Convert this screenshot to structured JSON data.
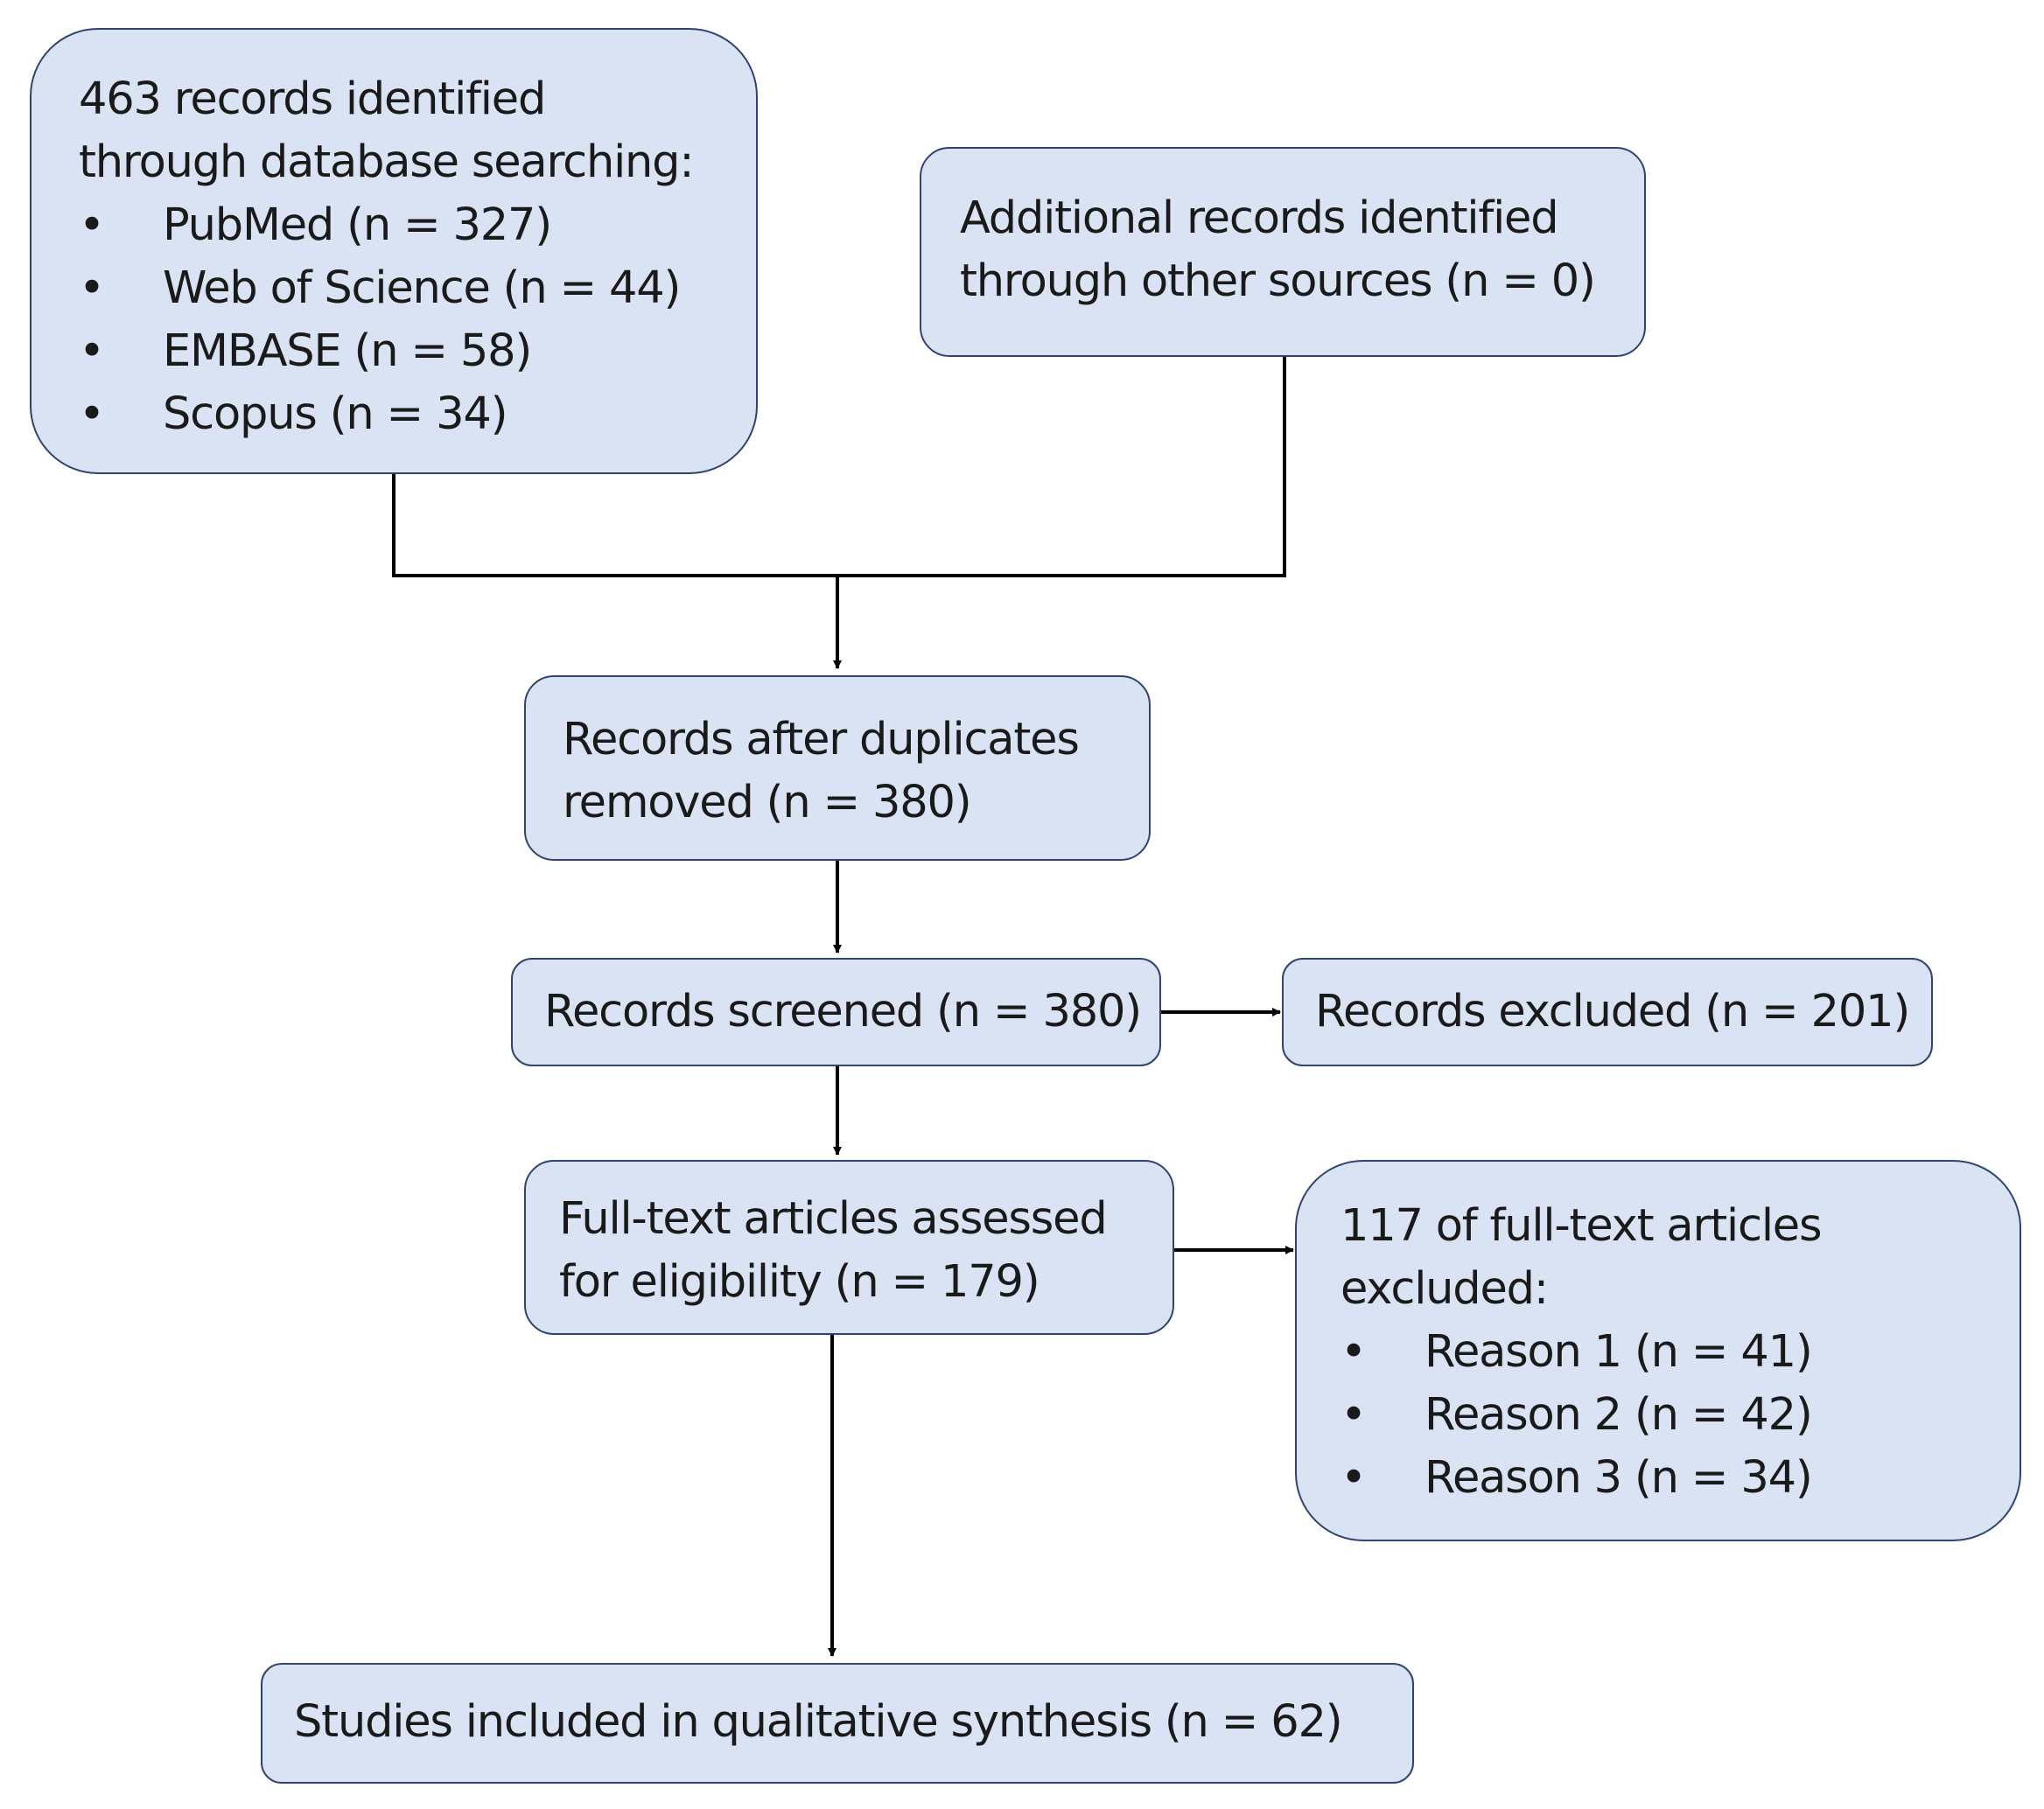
{
  "nodes": {
    "database_search": {
      "lines": [
        "463 records identified",
        "through database searching:"
      ],
      "items": [
        "PubMed (n = 327)",
        "Web of Science (n = 44)",
        "EMBASE (n = 58)",
        "Scopus (n = 34)"
      ]
    },
    "other_sources": {
      "lines": [
        "Additional records identified",
        "through other sources (n = 0)"
      ]
    },
    "after_duplicates": {
      "lines": [
        "Records after duplicates",
        "removed (n = 380)"
      ]
    },
    "screened": {
      "lines": [
        "Records screened (n = 380)"
      ]
    },
    "excluded": {
      "lines": [
        "Records excluded (n = 201)"
      ]
    },
    "full_text": {
      "lines": [
        "Full-text articles assessed",
        "for eligibility (n = 179)"
      ]
    },
    "full_text_excluded": {
      "lines": [
        "117 of full-text articles",
        "excluded:"
      ],
      "items": [
        "Reason 1 (n = 41)",
        "Reason 2 (n = 42)",
        "Reason 3 (n = 34)"
      ]
    },
    "included": {
      "lines": [
        "Studies included in qualitative synthesis (n = 62)"
      ]
    }
  },
  "colors": {
    "box_fill": "#dae3f3",
    "box_border": "#2f4470",
    "connector": "#000000",
    "text": "#1a1a1a"
  }
}
